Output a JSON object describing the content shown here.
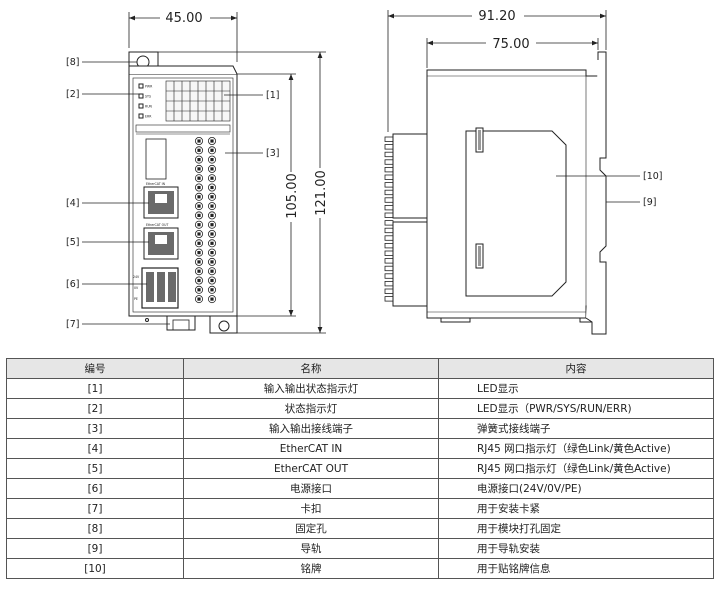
{
  "dimensions": {
    "front_width": "45.00",
    "front_height_inner": "105.00",
    "front_height_outer": "121.00",
    "side_width_total": "91.20",
    "side_width_body": "75.00"
  },
  "callouts": {
    "c1": "[1]",
    "c2": "[2]",
    "c3": "[3]",
    "c4": "[4]",
    "c5": "[5]",
    "c6": "[6]",
    "c7": "[7]",
    "c8": "[8]",
    "c9": "[9]",
    "c10": "[10]"
  },
  "module_markings": {
    "led_labels": [
      "PWR",
      "SYS",
      "RUN",
      "ERR"
    ],
    "port_labels": [
      "EtherCAT IN",
      "EtherCAT OUT"
    ],
    "power_labels": [
      "24V",
      "0V",
      "PE"
    ]
  },
  "table": {
    "headers": [
      "编号",
      "名称",
      "内容"
    ],
    "rows": [
      {
        "id": "[1]",
        "name": "输入输出状态指示灯",
        "content": "LED显示"
      },
      {
        "id": "[2]",
        "name": "状态指示灯",
        "content": "LED显示（PWR/SYS/RUN/ERR)"
      },
      {
        "id": "[3]",
        "name": "输入输出接线端子",
        "content": "弹簧式接线端子"
      },
      {
        "id": "[4]",
        "name": "EtherCAT IN",
        "content": "RJ45 网口指示灯（绿色Link/黄色Active)"
      },
      {
        "id": "[5]",
        "name": "EtherCAT OUT",
        "content": "RJ45 网口指示灯（绿色Link/黄色Active)"
      },
      {
        "id": "[6]",
        "name": "电源接口",
        "content": "电源接口(24V/0V/PE)"
      },
      {
        "id": "[7]",
        "name": "卡扣",
        "content": "用于安装卡紧"
      },
      {
        "id": "[8]",
        "name": "固定孔",
        "content": "用于模块打孔固定"
      },
      {
        "id": "[9]",
        "name": "导轨",
        "content": "用于导轨安装"
      },
      {
        "id": "[10]",
        "name": "铭牌",
        "content": "用于贴铭牌信息"
      }
    ]
  },
  "colors": {
    "line": "#222222",
    "panel": "#e8e8e8",
    "port": "#6a6a6a",
    "header_bg": "#e6e6e6"
  }
}
